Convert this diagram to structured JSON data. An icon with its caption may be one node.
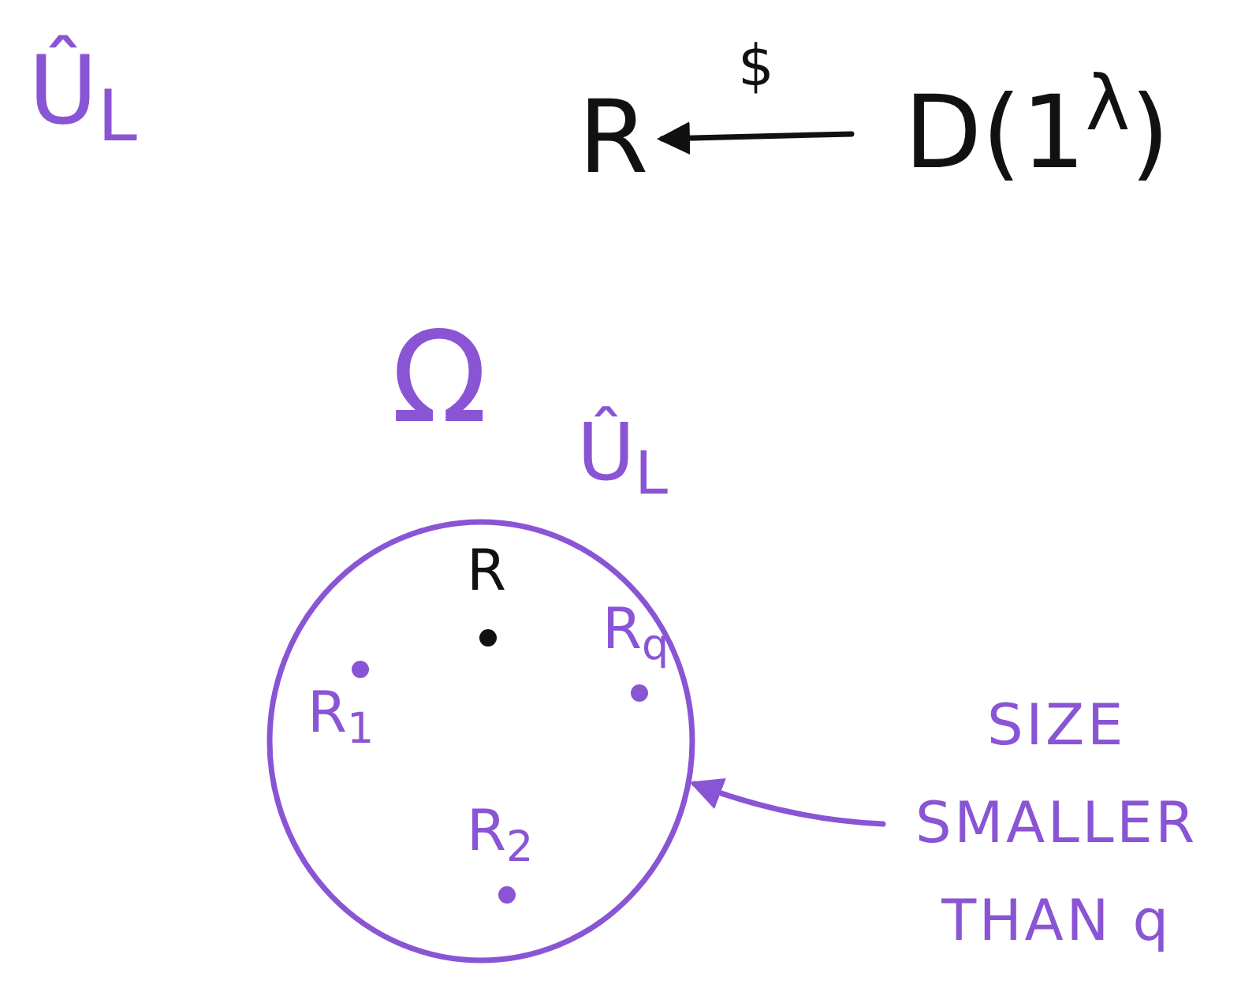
{
  "diagram": {
    "nodes": [
      {
        "text": [
          "R"
        ]
      },
      {
        "text": [
          "D(1$^{λ}$)"
        ]
      },
      {
        "text": [
          "Ω",
          "Û$_{L}$"
        ]
      },
      {
        "text": [
          "R"
        ],
        "in": 2
      },
      {
        "text": [
          "R$_{q}$"
        ],
        "in": 2
      },
      {
        "text": [
          "R$_{1}$"
        ],
        "in": 2
      },
      {
        "text": [
          "R$_{2}$"
        ],
        "in": 2
      },
      {
        "text": [
          "SIZE SMALLER THAN q"
        ]
      }
    ],
    "edges": [
      {
        "from": 1,
        "to": 0,
        "arrow": "to",
        "label": "$"
      },
      {
        "from": 7,
        "to": 2,
        "arrow": "to",
        "color": "#8a55d4"
      }
    ],
    "labels": [
      "Û$_{L}$"
    ]
  }
}
